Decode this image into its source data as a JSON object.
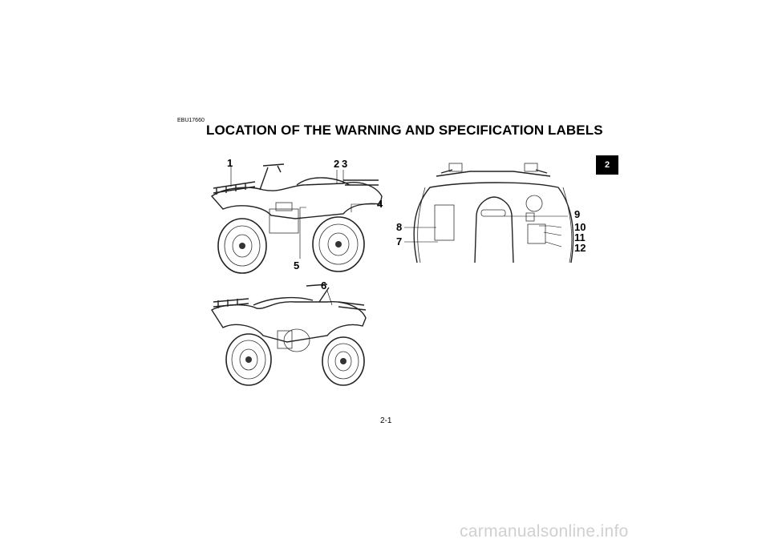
{
  "document": {
    "code": "EBU17660",
    "title": "LOCATION OF THE WARNING AND SPECIFICATION LABELS",
    "chapter_tab": "2",
    "page_number": "2-1",
    "watermark": "carmanualsonline.info"
  },
  "figures": {
    "left_side_view": {
      "callouts": [
        "1",
        "2",
        "3",
        "4",
        "5"
      ]
    },
    "right_side_view": {
      "callouts": [
        "6"
      ]
    },
    "top_view": {
      "callouts": [
        "7",
        "8",
        "9",
        "10",
        "11",
        "12"
      ]
    }
  }
}
